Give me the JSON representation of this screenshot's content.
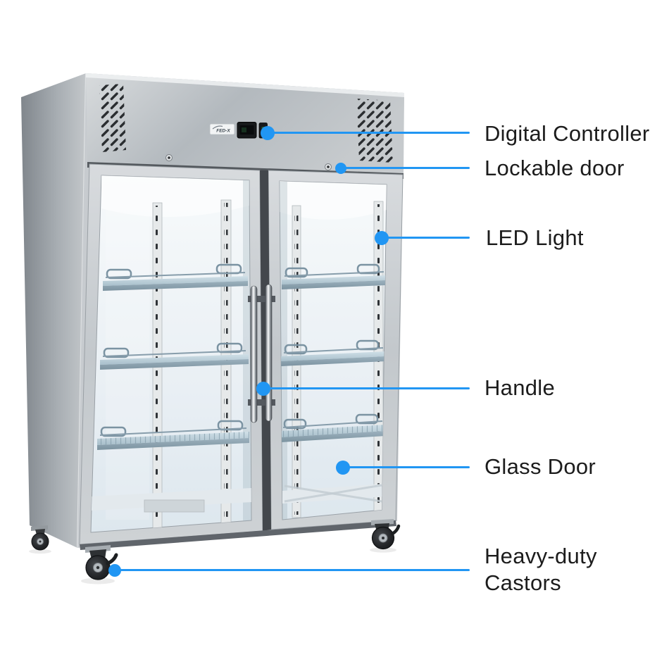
{
  "page": {
    "background_color": "#ffffff"
  },
  "accent": {
    "callout_color": "#2196f3",
    "label_color": "#1c1c1c"
  },
  "product": {
    "brand": "FED-X"
  },
  "callouts": [
    {
      "label": "Digital Controller"
    },
    {
      "label": "Lockable door"
    },
    {
      "label": "LED Light"
    },
    {
      "label": "Handle"
    },
    {
      "label": "Glass Door"
    },
    {
      "label": "Heavy-duty Castors"
    }
  ]
}
